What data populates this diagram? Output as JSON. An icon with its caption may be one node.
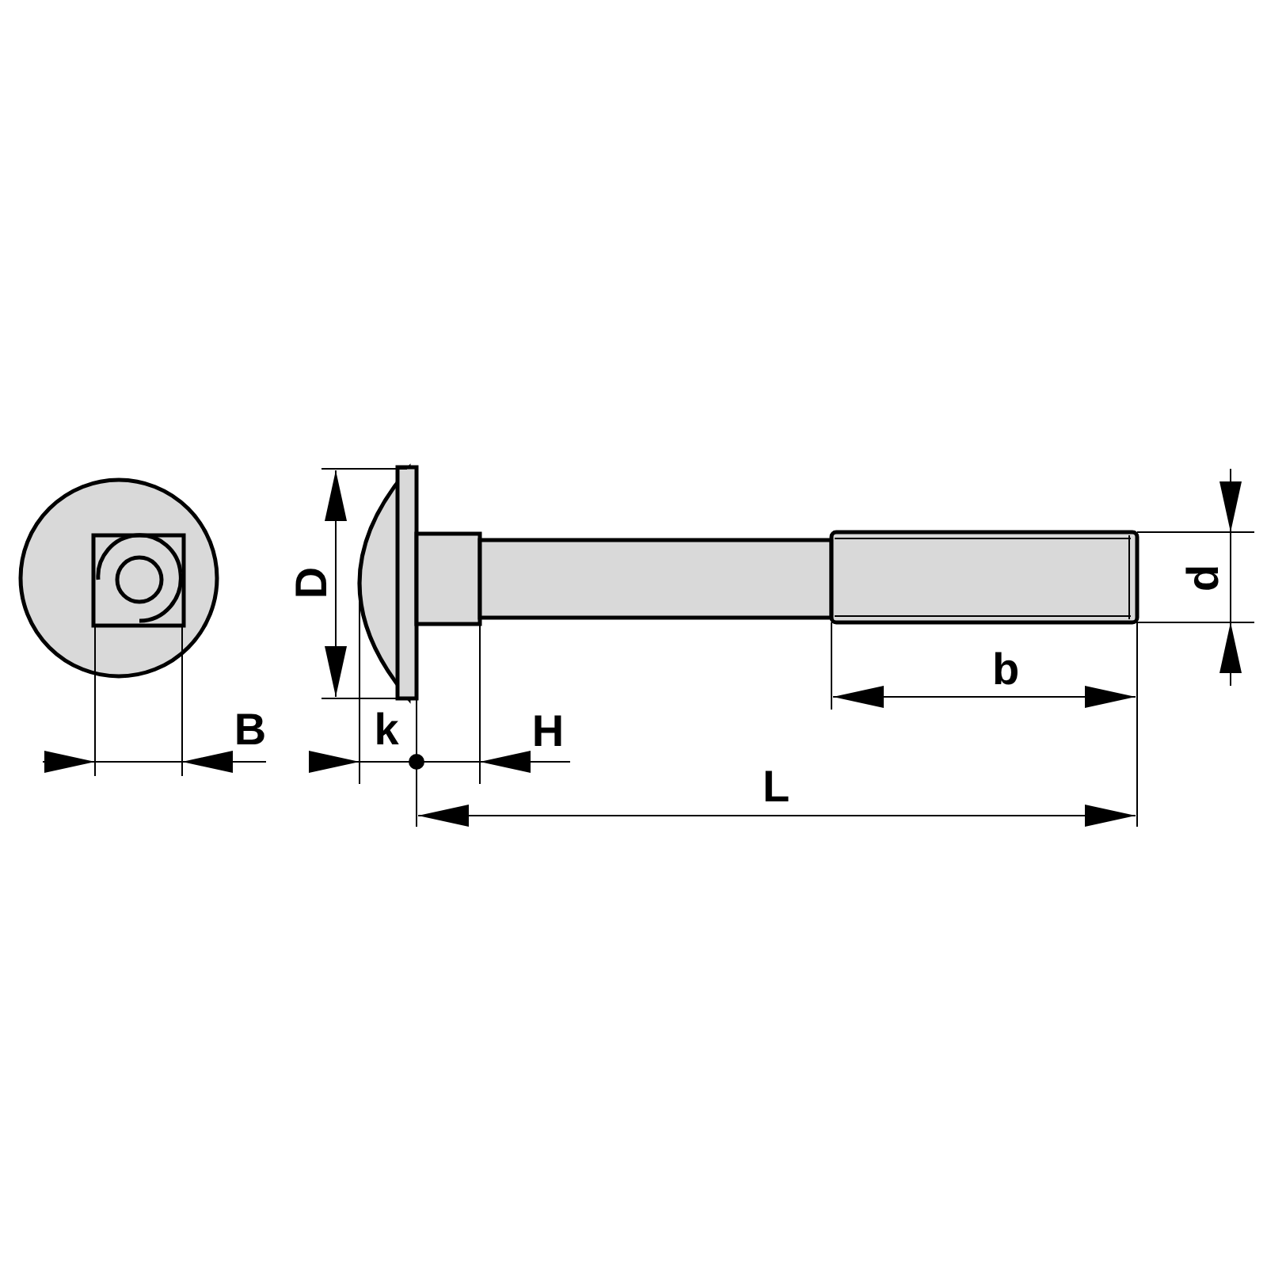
{
  "diagram": {
    "labels": [
      "D",
      "d",
      "b",
      "B",
      "k",
      "H",
      "L"
    ]
  }
}
